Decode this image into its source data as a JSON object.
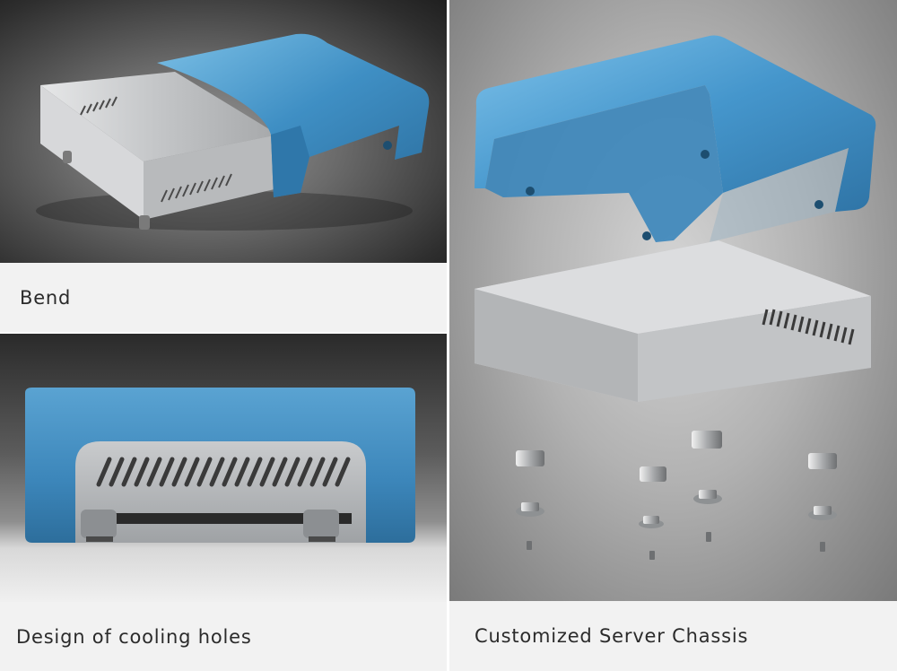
{
  "panels": {
    "bend": {
      "caption": "Bend"
    },
    "cooling": {
      "caption": "Design of cooling holes"
    },
    "chassis": {
      "caption": "Customized Server Chassis"
    }
  },
  "colors": {
    "blue_metal": "#3f8fc4",
    "blue_highlight": "#7cc0e6",
    "silver": "#c9cbcd",
    "silver_dark": "#8f9295",
    "caption_bg": "#f2f2f2",
    "caption_text": "#2b2b2b"
  }
}
